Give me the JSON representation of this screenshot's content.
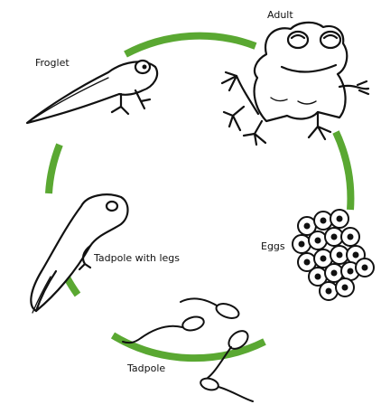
{
  "stages": [
    {
      "id": "adult",
      "label": "Adult"
    },
    {
      "id": "eggs",
      "label": "Eggs"
    },
    {
      "id": "tadpole",
      "label": "Tadpole"
    },
    {
      "id": "tadpole_with_legs",
      "label": "Tadpole with legs"
    },
    {
      "id": "froglet",
      "label": "Froglet"
    }
  ],
  "colors": {
    "cycle_arc": "#5aa832",
    "outline": "#111111",
    "fill": "#ffffff",
    "background": "#ffffff"
  },
  "icons": [
    "frog-adult-icon",
    "egg-cluster-icon",
    "tadpole-icon",
    "tadpole-with-legs-icon",
    "froglet-icon"
  ]
}
